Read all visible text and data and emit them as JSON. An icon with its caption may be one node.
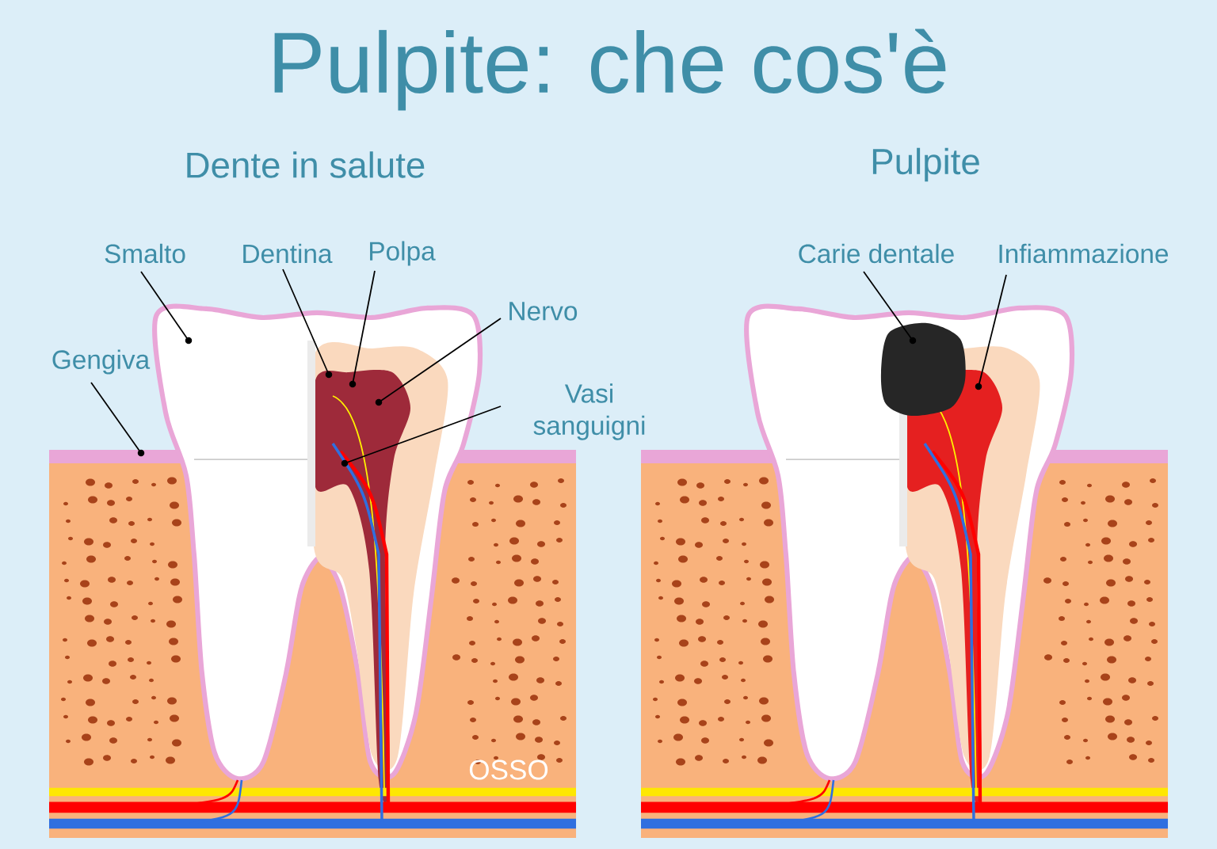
{
  "diagram": {
    "title": "Pulpite: che cos'è",
    "nodes": [
      {
        "text": [
          "Smalto"
        ]
      },
      {
        "text": [
          "Dentina"
        ]
      },
      {
        "text": [
          "Polpa"
        ]
      },
      {
        "text": [
          "Nervo"
        ]
      },
      {
        "text": [
          "Vasi sanguigni"
        ]
      },
      {
        "text": [
          "Gengiva"
        ]
      },
      {
        "text": [
          "Carie dentale"
        ]
      },
      {
        "text": [
          "Infiammazione"
        ]
      },
      {
        "text": [],
        "shape": "circle"
      },
      {
        "text": [],
        "shape": "circle"
      },
      {
        "text": [],
        "shape": "circle"
      },
      {
        "text": [],
        "shape": "circle"
      },
      {
        "text": [],
        "shape": "circle"
      },
      {
        "text": [],
        "shape": "circle"
      },
      {
        "text": [],
        "shape": "circle"
      },
      {
        "text": [],
        "shape": "circle"
      }
    ],
    "edges": [
      {
        "from": 0,
        "to": 8,
        "arrow": "none"
      },
      {
        "from": 1,
        "to": 9,
        "arrow": "none"
      },
      {
        "from": 2,
        "to": 10,
        "arrow": "none"
      },
      {
        "from": 3,
        "to": 11,
        "arrow": "none"
      },
      {
        "from": 4,
        "to": 12,
        "arrow": "none"
      },
      {
        "from": 5,
        "to": 13,
        "arrow": "none"
      },
      {
        "from": 6,
        "to": 14,
        "arrow": "none"
      },
      {
        "from": 7,
        "to": 15,
        "arrow": "none"
      }
    ],
    "labels": [
      "Dente in salute",
      "Pulpite",
      "OSSO"
    ]
  }
}
